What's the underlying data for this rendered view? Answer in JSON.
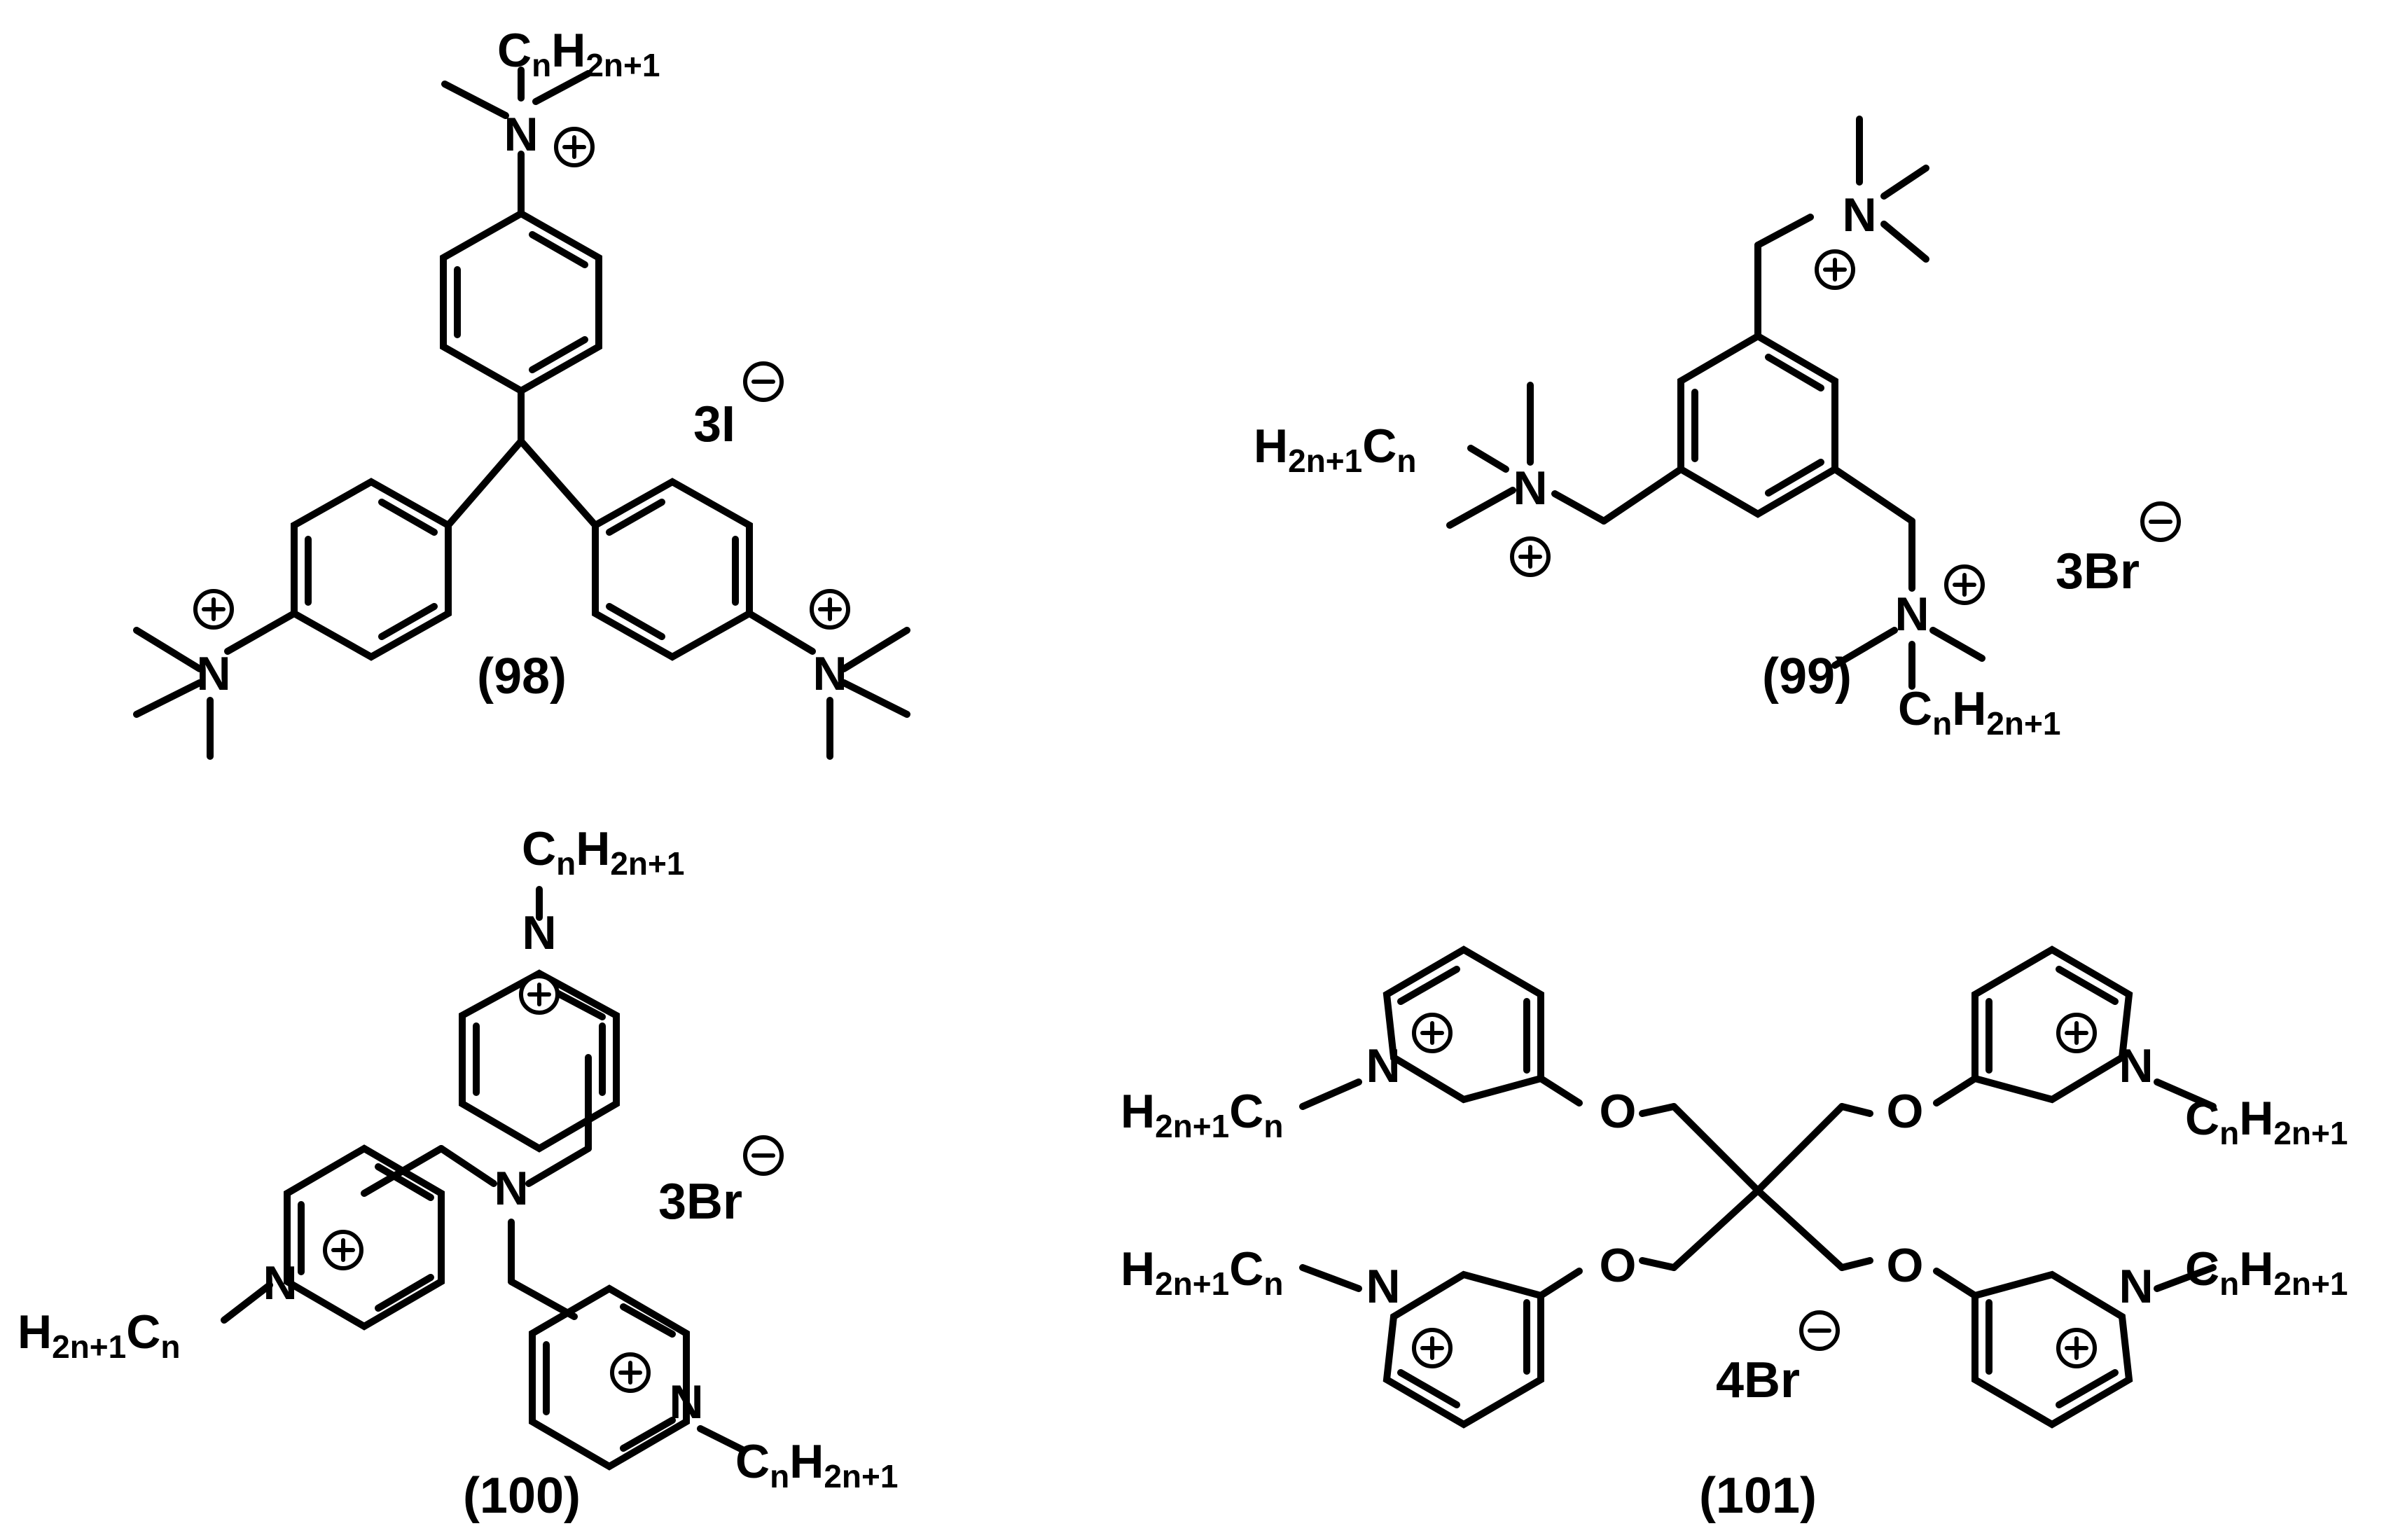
{
  "figure": {
    "compounds": [
      {
        "id": "98",
        "caption": "(98)",
        "counterion": {
          "coefficient": "3",
          "ion": "I"
        }
      },
      {
        "id": "99",
        "caption": "(99)",
        "counterion": {
          "coefficient": "3",
          "ion": "Br"
        }
      },
      {
        "id": "100",
        "caption": "(100)",
        "counterion": {
          "coefficient": "3",
          "ion": "Br"
        }
      },
      {
        "id": "101",
        "caption": "(101)",
        "counterion": {
          "coefficient": "4",
          "ion": "Br"
        }
      }
    ],
    "atoms": {
      "nitrogen": "N",
      "oxygen": "O"
    },
    "alkyl": {
      "C": "C",
      "n": "n",
      "H": "H",
      "sub": "2n+1"
    }
  },
  "colors": {
    "ink": "#000000",
    "background": "#ffffff"
  }
}
